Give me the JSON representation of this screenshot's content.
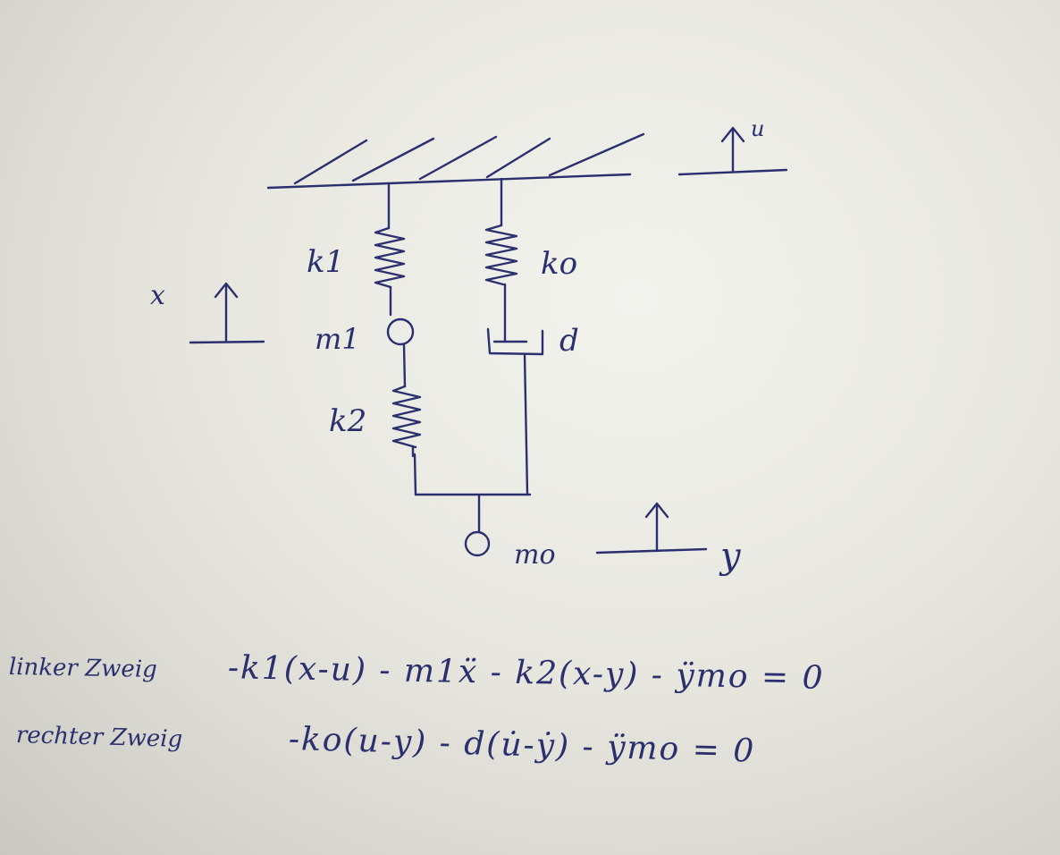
{
  "diagram": {
    "labels": {
      "u": "u",
      "x": "x",
      "y": "y",
      "k1": "k1",
      "k0": "ko",
      "d": "d",
      "m1": "m1",
      "k2": "k2",
      "m0": "mo"
    }
  },
  "equations": {
    "left": {
      "name": "linker Zweig",
      "expr": "-k1(x-u) - m1ẍ - k2(x-y) - ÿmo = 0"
    },
    "right": {
      "name": "rechter Zweig",
      "expr": "-ko(u-y) - d(u̇-ẏ) - ÿmo = 0"
    }
  },
  "colors": {
    "ink": "#2b2f6e",
    "paper": "#ebebe5"
  }
}
